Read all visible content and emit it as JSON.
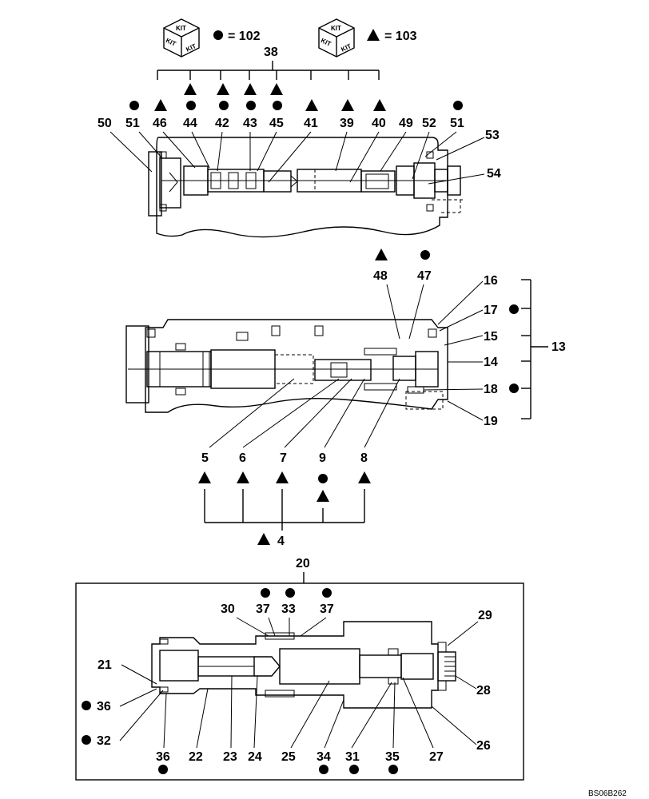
{
  "kit_legend": {
    "kit_text": "KIT",
    "circle_kit": "= 102",
    "triangle_kit": "= 103"
  },
  "top_section": {
    "group_label": "38",
    "labels": {
      "p50": "50",
      "p51a": "51",
      "p46": "46",
      "p44": "44",
      "p42": "42",
      "p43": "43",
      "p45": "45",
      "p41": "41",
      "p39": "39",
      "p40": "40",
      "p49": "49",
      "p52": "52",
      "p51b": "51",
      "p53": "53",
      "p54": "54"
    }
  },
  "middle_section": {
    "labels": {
      "p48": "48",
      "p47": "47",
      "p16": "16",
      "p17": "17",
      "p15": "15",
      "p14": "14",
      "p13": "13",
      "p18": "18",
      "p19": "19",
      "p5": "5",
      "p6": "6",
      "p7": "7",
      "p9": "9",
      "p8": "8",
      "p4": "4"
    }
  },
  "bottom_section": {
    "group_label": "20",
    "labels": {
      "p30": "30",
      "p37a": "37",
      "p33": "33",
      "p37b": "37",
      "p29": "29",
      "p21": "21",
      "p28": "28",
      "p36a": "36",
      "p32": "32",
      "p26": "26",
      "p36b": "36",
      "p22": "22",
      "p23": "23",
      "p24": "24",
      "p25": "25",
      "p34": "34",
      "p31": "31",
      "p35": "35",
      "p27": "27"
    }
  },
  "drawing_code": "BS06B262"
}
